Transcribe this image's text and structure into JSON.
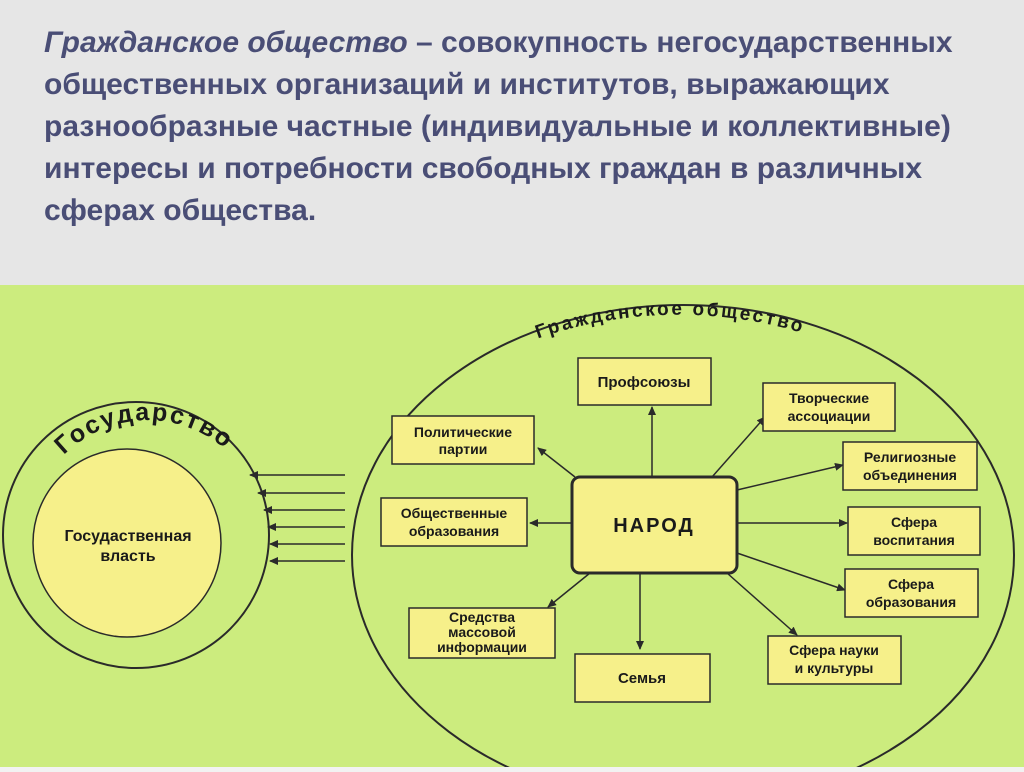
{
  "definition": {
    "term": "Гражданское общество",
    "dash": " – ",
    "body": "совокупность негосударственных общественных организаций и институтов, выражающих разнообразные частные (индивидуальные и коллективные) интересы и потребности свободных граждан в различных сферах общества."
  },
  "diagram": {
    "colors": {
      "background": "#ccec7e",
      "box": "#f6f08a",
      "border": "#2a2a2a"
    },
    "state": {
      "arc_label": "Государство",
      "core_line1": "Госудаственная",
      "core_line2": "власть"
    },
    "society": {
      "arc_label": "Гражданское общество"
    },
    "center": {
      "label": "НАРОД"
    },
    "nodes": {
      "trade_unions": {
        "line1": "Профсоюзы"
      },
      "creative": {
        "line1": "Творческие",
        "line2": "ассоциации"
      },
      "political": {
        "line1": "Политические",
        "line2": "партии"
      },
      "religious": {
        "line1": "Религиозные",
        "line2": "объединения"
      },
      "public": {
        "line1": "Общественные",
        "line2": "образования"
      },
      "upbringing": {
        "line1": "Сфера",
        "line2": "воспитания"
      },
      "education": {
        "line1": "Сфера",
        "line2": "образования"
      },
      "media": {
        "line1": "Средства",
        "line2": "массовой",
        "line3": "информации"
      },
      "science": {
        "line1": "Сфера науки",
        "line2": "и культуры"
      },
      "family": {
        "line1": "Семья"
      }
    }
  }
}
